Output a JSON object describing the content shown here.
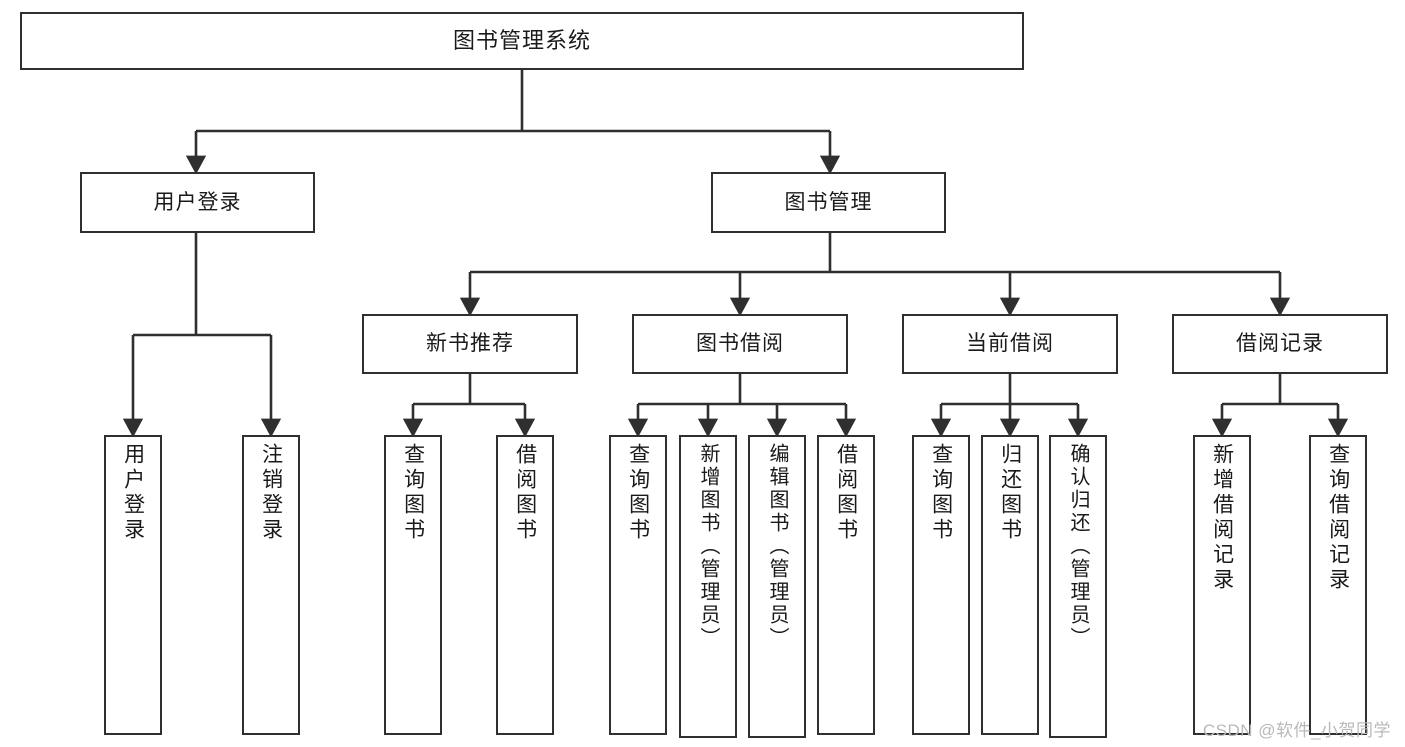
{
  "diagram": {
    "title": "图书管理系统",
    "type": "tree-hierarchy-chart",
    "watermark": "CSDN @软件_小贺同学",
    "colors": {
      "box_border": "#2f2f2f",
      "box_fill": "#ffffff",
      "connector": "#2f2f2f",
      "text": "#1a1a1a",
      "watermark": "#b9b9b9",
      "background": "#ffffff"
    },
    "root": {
      "label": "图书管理系统"
    },
    "level2": [
      {
        "id": "user-login",
        "label": "用户登录"
      },
      {
        "id": "book-manage",
        "label": "图书管理"
      }
    ],
    "level3": [
      {
        "id": "new-book-recommend",
        "label": "新书推荐"
      },
      {
        "id": "book-borrow",
        "label": "图书借阅"
      },
      {
        "id": "current-borrow",
        "label": "当前借阅"
      },
      {
        "id": "borrow-record",
        "label": "借阅记录"
      }
    ],
    "leaves": {
      "user_login": [
        {
          "id": "leaf-user-login",
          "label": "用户登录"
        },
        {
          "id": "leaf-logout-login",
          "label": "注销登录"
        }
      ],
      "new_book_recommend": [
        {
          "id": "leaf-query-book-1",
          "label": "查询图书"
        },
        {
          "id": "leaf-borrow-book-1",
          "label": "借阅图书"
        }
      ],
      "book_borrow": [
        {
          "id": "leaf-query-book-2",
          "label": "查询图书"
        },
        {
          "id": "leaf-add-book",
          "label": "新增图书（管理员）"
        },
        {
          "id": "leaf-edit-book",
          "label": "编辑图书（管理员）"
        },
        {
          "id": "leaf-borrow-book-2",
          "label": "借阅图书"
        }
      ],
      "current_borrow": [
        {
          "id": "leaf-query-book-3",
          "label": "查询图书"
        },
        {
          "id": "leaf-return-book",
          "label": "归还图书"
        },
        {
          "id": "leaf-confirm-return",
          "label": "确认归还（管理员）"
        }
      ],
      "borrow_record": [
        {
          "id": "leaf-add-record",
          "label": "新增借阅记录"
        },
        {
          "id": "leaf-query-record",
          "label": "查询借阅记录"
        }
      ]
    }
  },
  "chart_data": {
    "type": "tree",
    "title": "图书管理系统",
    "nodes": [
      {
        "id": "root",
        "label": "图书管理系统",
        "level": 0,
        "parent": null
      },
      {
        "id": "user-login",
        "label": "用户登录",
        "level": 1,
        "parent": "root"
      },
      {
        "id": "book-manage",
        "label": "图书管理",
        "level": 1,
        "parent": "root"
      },
      {
        "id": "leaf-user-login",
        "label": "用户登录",
        "level": 2,
        "parent": "user-login"
      },
      {
        "id": "leaf-logout-login",
        "label": "注销登录",
        "level": 2,
        "parent": "user-login"
      },
      {
        "id": "new-book-recommend",
        "label": "新书推荐",
        "level": 2,
        "parent": "book-manage"
      },
      {
        "id": "book-borrow",
        "label": "图书借阅",
        "level": 2,
        "parent": "book-manage"
      },
      {
        "id": "current-borrow",
        "label": "当前借阅",
        "level": 2,
        "parent": "book-manage"
      },
      {
        "id": "borrow-record",
        "label": "借阅记录",
        "level": 2,
        "parent": "book-manage"
      },
      {
        "id": "leaf-query-book-1",
        "label": "查询图书",
        "level": 3,
        "parent": "new-book-recommend"
      },
      {
        "id": "leaf-borrow-book-1",
        "label": "借阅图书",
        "level": 3,
        "parent": "new-book-recommend"
      },
      {
        "id": "leaf-query-book-2",
        "label": "查询图书",
        "level": 3,
        "parent": "book-borrow"
      },
      {
        "id": "leaf-add-book",
        "label": "新增图书（管理员）",
        "level": 3,
        "parent": "book-borrow"
      },
      {
        "id": "leaf-edit-book",
        "label": "编辑图书（管理员）",
        "level": 3,
        "parent": "book-borrow"
      },
      {
        "id": "leaf-borrow-book-2",
        "label": "借阅图书",
        "level": 3,
        "parent": "book-borrow"
      },
      {
        "id": "leaf-query-book-3",
        "label": "查询图书",
        "level": 3,
        "parent": "current-borrow"
      },
      {
        "id": "leaf-return-book",
        "label": "归还图书",
        "level": 3,
        "parent": "current-borrow"
      },
      {
        "id": "leaf-confirm-return",
        "label": "确认归还（管理员）",
        "level": 3,
        "parent": "current-borrow"
      },
      {
        "id": "leaf-add-record",
        "label": "新增借阅记录",
        "level": 3,
        "parent": "borrow-record"
      },
      {
        "id": "leaf-query-record",
        "label": "查询借阅记录",
        "level": 3,
        "parent": "borrow-record"
      }
    ]
  }
}
